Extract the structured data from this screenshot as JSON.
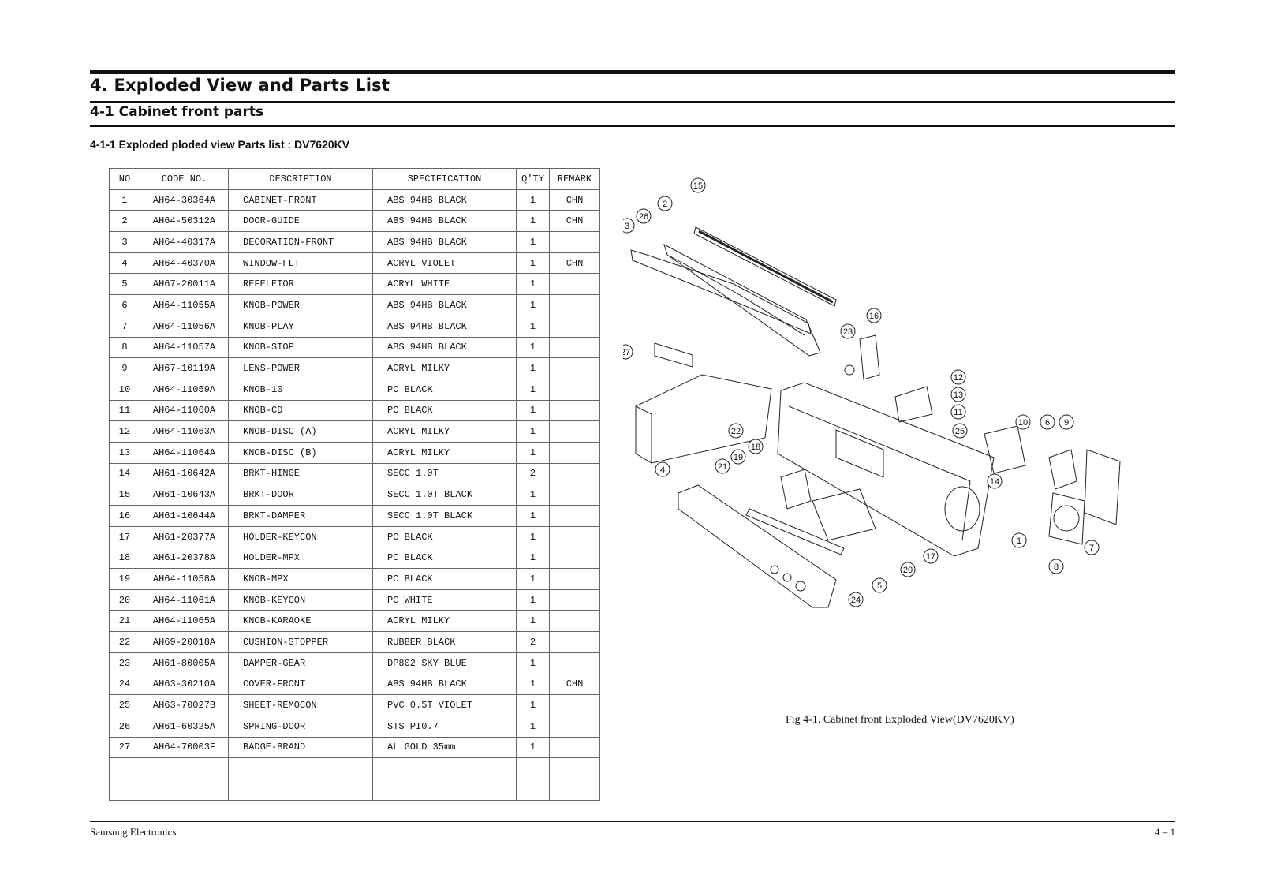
{
  "heading": "4. Exploded View and Parts List",
  "subheading": "4-1 Cabinet front parts",
  "section_title": "4-1-1 Exploded  ploded view Parts list : DV7620KV",
  "table": {
    "headers": [
      "NO",
      "CODE NO.",
      "DESCRIPTION",
      "SPECIFICATION",
      "Q'TY",
      "REMARK"
    ],
    "rows": [
      [
        "1",
        "AH64-30364A",
        "CABINET-FRONT",
        "ABS 94HB BLACK",
        "1",
        "CHN"
      ],
      [
        "2",
        "AH64-50312A",
        "DOOR-GUIDE",
        "ABS 94HB BLACK",
        "1",
        "CHN"
      ],
      [
        "3",
        "AH64-40317A",
        "DECORATION-FRONT",
        "ABS 94HB BLACK",
        "1",
        ""
      ],
      [
        "4",
        "AH64-40370A",
        "WINDOW-FLT",
        "ACRYL VIOLET",
        "1",
        "CHN"
      ],
      [
        "5",
        "AH67-20011A",
        "REFELETOR",
        "ACRYL WHITE",
        "1",
        ""
      ],
      [
        "6",
        "AH64-11055A",
        "KNOB-POWER",
        "ABS 94HB BLACK",
        "1",
        ""
      ],
      [
        "7",
        "AH64-11056A",
        "KNOB-PLAY",
        "ABS 94HB BLACK",
        "1",
        ""
      ],
      [
        "8",
        "AH64-11057A",
        "KNOB-STOP",
        "ABS 94HB BLACK",
        "1",
        ""
      ],
      [
        "9",
        "AH67-10119A",
        "LENS-POWER",
        "ACRYL MILKY",
        "1",
        ""
      ],
      [
        "10",
        "AH64-11059A",
        "KNOB-10",
        "PC BLACK",
        "1",
        ""
      ],
      [
        "11",
        "AH64-11060A",
        "KNOB-CD",
        "PC BLACK",
        "1",
        ""
      ],
      [
        "12",
        "AH64-11063A",
        "KNOB-DISC (A)",
        "ACRYL MILKY",
        "1",
        ""
      ],
      [
        "13",
        "AH64-11064A",
        "KNOB-DISC (B)",
        "ACRYL MILKY",
        "1",
        ""
      ],
      [
        "14",
        "AH61-10642A",
        "BRKT-HINGE",
        "SECC 1.0T",
        "2",
        ""
      ],
      [
        "15",
        "AH61-10643A",
        "BRKT-DOOR",
        "SECC 1.0T BLACK",
        "1",
        ""
      ],
      [
        "16",
        "AH61-10644A",
        "BRKT-DAMPER",
        "SECC 1.0T BLACK",
        "1",
        ""
      ],
      [
        "17",
        "AH61-20377A",
        "HOLDER-KEYCON",
        "PC BLACK",
        "1",
        ""
      ],
      [
        "18",
        "AH61-20378A",
        "HOLDER-MPX",
        "PC BLACK",
        "1",
        ""
      ],
      [
        "19",
        "AH64-11058A",
        "KNOB-MPX",
        "PC BLACK",
        "1",
        ""
      ],
      [
        "20",
        "AH64-11061A",
        "KNOB-KEYCON",
        "PC WHITE",
        "1",
        ""
      ],
      [
        "21",
        "AH64-11065A",
        "KNOB-KARAOKE",
        "ACRYL MILKY",
        "1",
        ""
      ],
      [
        "22",
        "AH69-20018A",
        "CUSHION-STOPPER",
        "RUBBER BLACK",
        "2",
        ""
      ],
      [
        "23",
        "AH61-80005A",
        "DAMPER-GEAR",
        "DP802 SKY BLUE",
        "1",
        ""
      ],
      [
        "24",
        "AH63-30210A",
        "COVER-FRONT",
        "ABS 94HB BLACK",
        "1",
        "CHN"
      ],
      [
        "25",
        "AH63-70027B",
        "SHEET-REMOCON",
        "PVC 0.5T VIOLET",
        "1",
        ""
      ],
      [
        "26",
        "AH61-60325A",
        "SPRING-DOOR",
        "STS PI0.7",
        "1",
        ""
      ],
      [
        "27",
        "AH64-70003F",
        "BADGE-BRAND",
        "AL GOLD 35mm",
        "1",
        ""
      ],
      [
        "",
        "",
        "",
        "",
        "",
        ""
      ],
      [
        "",
        "",
        "",
        "",
        "",
        ""
      ]
    ]
  },
  "diagram": {
    "callouts": [
      "1",
      "2",
      "3",
      "4",
      "5",
      "6",
      "7",
      "8",
      "9",
      "10",
      "11",
      "12",
      "13",
      "14",
      "15",
      "16",
      "17",
      "18",
      "19",
      "20",
      "21",
      "22",
      "23",
      "24",
      "25",
      "26",
      "27"
    ]
  },
  "caption": "Fig 4-1. Cabinet front Exploded View(DV7620KV)",
  "footer": {
    "left": "Samsung  Electronics",
    "right": "4 – 1"
  }
}
